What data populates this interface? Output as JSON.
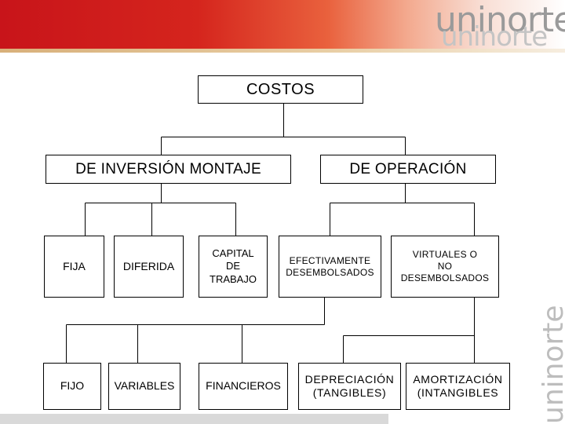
{
  "branding": {
    "logo_text": "uninorte"
  },
  "diagram": {
    "root": "COSTOS",
    "inversion": "DE INVERSIÓN MONTAJE",
    "operacion": "DE OPERACIÓN",
    "fija": "FIJA",
    "diferida": "DIFERIDA",
    "capital": "CAPITAL\nDE\nTRABAJO",
    "efectivamente": "EFECTIVAMENTE\nDESEMBOLSADOS",
    "virtuales": "VIRTUALES O\nNO\nDESEMBOLSADOS",
    "fijo": "FIJO",
    "variables": "VARIABLES",
    "financieros": "FINANCIEROS",
    "depreciacion": "DEPRECIACIÓN\n(TANGIBLES)",
    "amortizacion": "AMORTIZACIÓN\n(INTANGIBLES"
  },
  "colors": {
    "brand_red": "#c8141a",
    "logo_gray": "#9a9a9a",
    "line": "#000000"
  }
}
